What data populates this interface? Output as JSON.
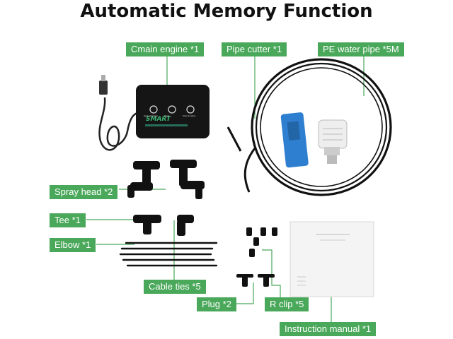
{
  "title": "Automatic Memory Function",
  "labels": {
    "main_engine": "Cmain engine *1",
    "pipe_cutter": "Pipe cutter *1",
    "pe_pipe": "PE water pipe *5M",
    "spray_head": "Spray head *2",
    "tee": "Tee *1",
    "elbow": "Elbow *1",
    "cable_ties": "Cable ties *5",
    "plug": "Plug *2",
    "r_clip": "R clip *5",
    "manual": "Instruction manual *1"
  },
  "device": {
    "brand": "SMART",
    "buttons": [
      "Spray Duration",
      "Mode",
      "Stop Duration"
    ]
  },
  "colors": {
    "label_bg": "#4aa85a",
    "leader": "#4aa85a",
    "cutter": "#2f7fd0"
  }
}
